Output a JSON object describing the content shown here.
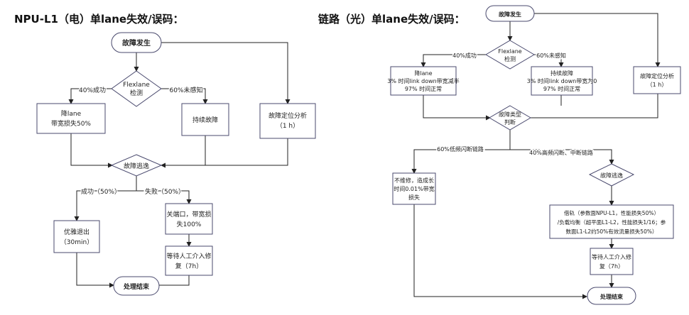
{
  "left": {
    "title": "NPU-L1（电）单lane失效/误码：",
    "start": "故障发生",
    "detect": [
      "Flexlane",
      "检测"
    ],
    "edge_success40": "40%成功",
    "edge_unaware60": "60%未感知",
    "degrade": [
      "降lane",
      "带宽损失50%"
    ],
    "persist": "持续故障",
    "locate": [
      "故障定位分析",
      "（1 h）"
    ],
    "escape": "故障逃逸",
    "edge_success50": "成功（50%）",
    "edge_fail50": "失败（50%）",
    "graceful": [
      "优雅退出",
      "（30min）"
    ],
    "close_port": [
      "关端口，带宽损",
      "失100%"
    ],
    "repair": [
      "等待人工介入修",
      "复（7h）"
    ],
    "end": "处理结束"
  },
  "right": {
    "title": "链路（光）单lane失效/误码：",
    "start": "故障发生",
    "detect": [
      "Flexlane",
      "检测"
    ],
    "edge_success40": "40%成功",
    "edge_unaware60": "60%未感知",
    "degrade": [
      "降lane",
      "3% 时间link down带宽减半",
      "97% 时间正常"
    ],
    "persist": [
      "持续故障",
      "3% 时间link down带宽为0",
      "97% 时间正常"
    ],
    "locate": [
      "故障定位分析",
      "（1 h）"
    ],
    "classify": [
      "故障类型",
      "判断"
    ],
    "edge_low60": "60%低频闪断链路",
    "edge_high40": "40%高频闪断、中断链路",
    "norepair": [
      "不维修，造成长",
      "时间0.01%带宽",
      "损失"
    ],
    "escape": "故障逃逸",
    "borrow": [
      "借轨（参数面NPU-L1，性能损失50%）",
      "/负载均衡（超平面L1-L2，性能损失1/16；参",
      "数面L1-L2约50%有效流量损失50%）"
    ],
    "repair": [
      "等待人工介入修",
      "复（7h）"
    ],
    "end": "处理结束"
  }
}
